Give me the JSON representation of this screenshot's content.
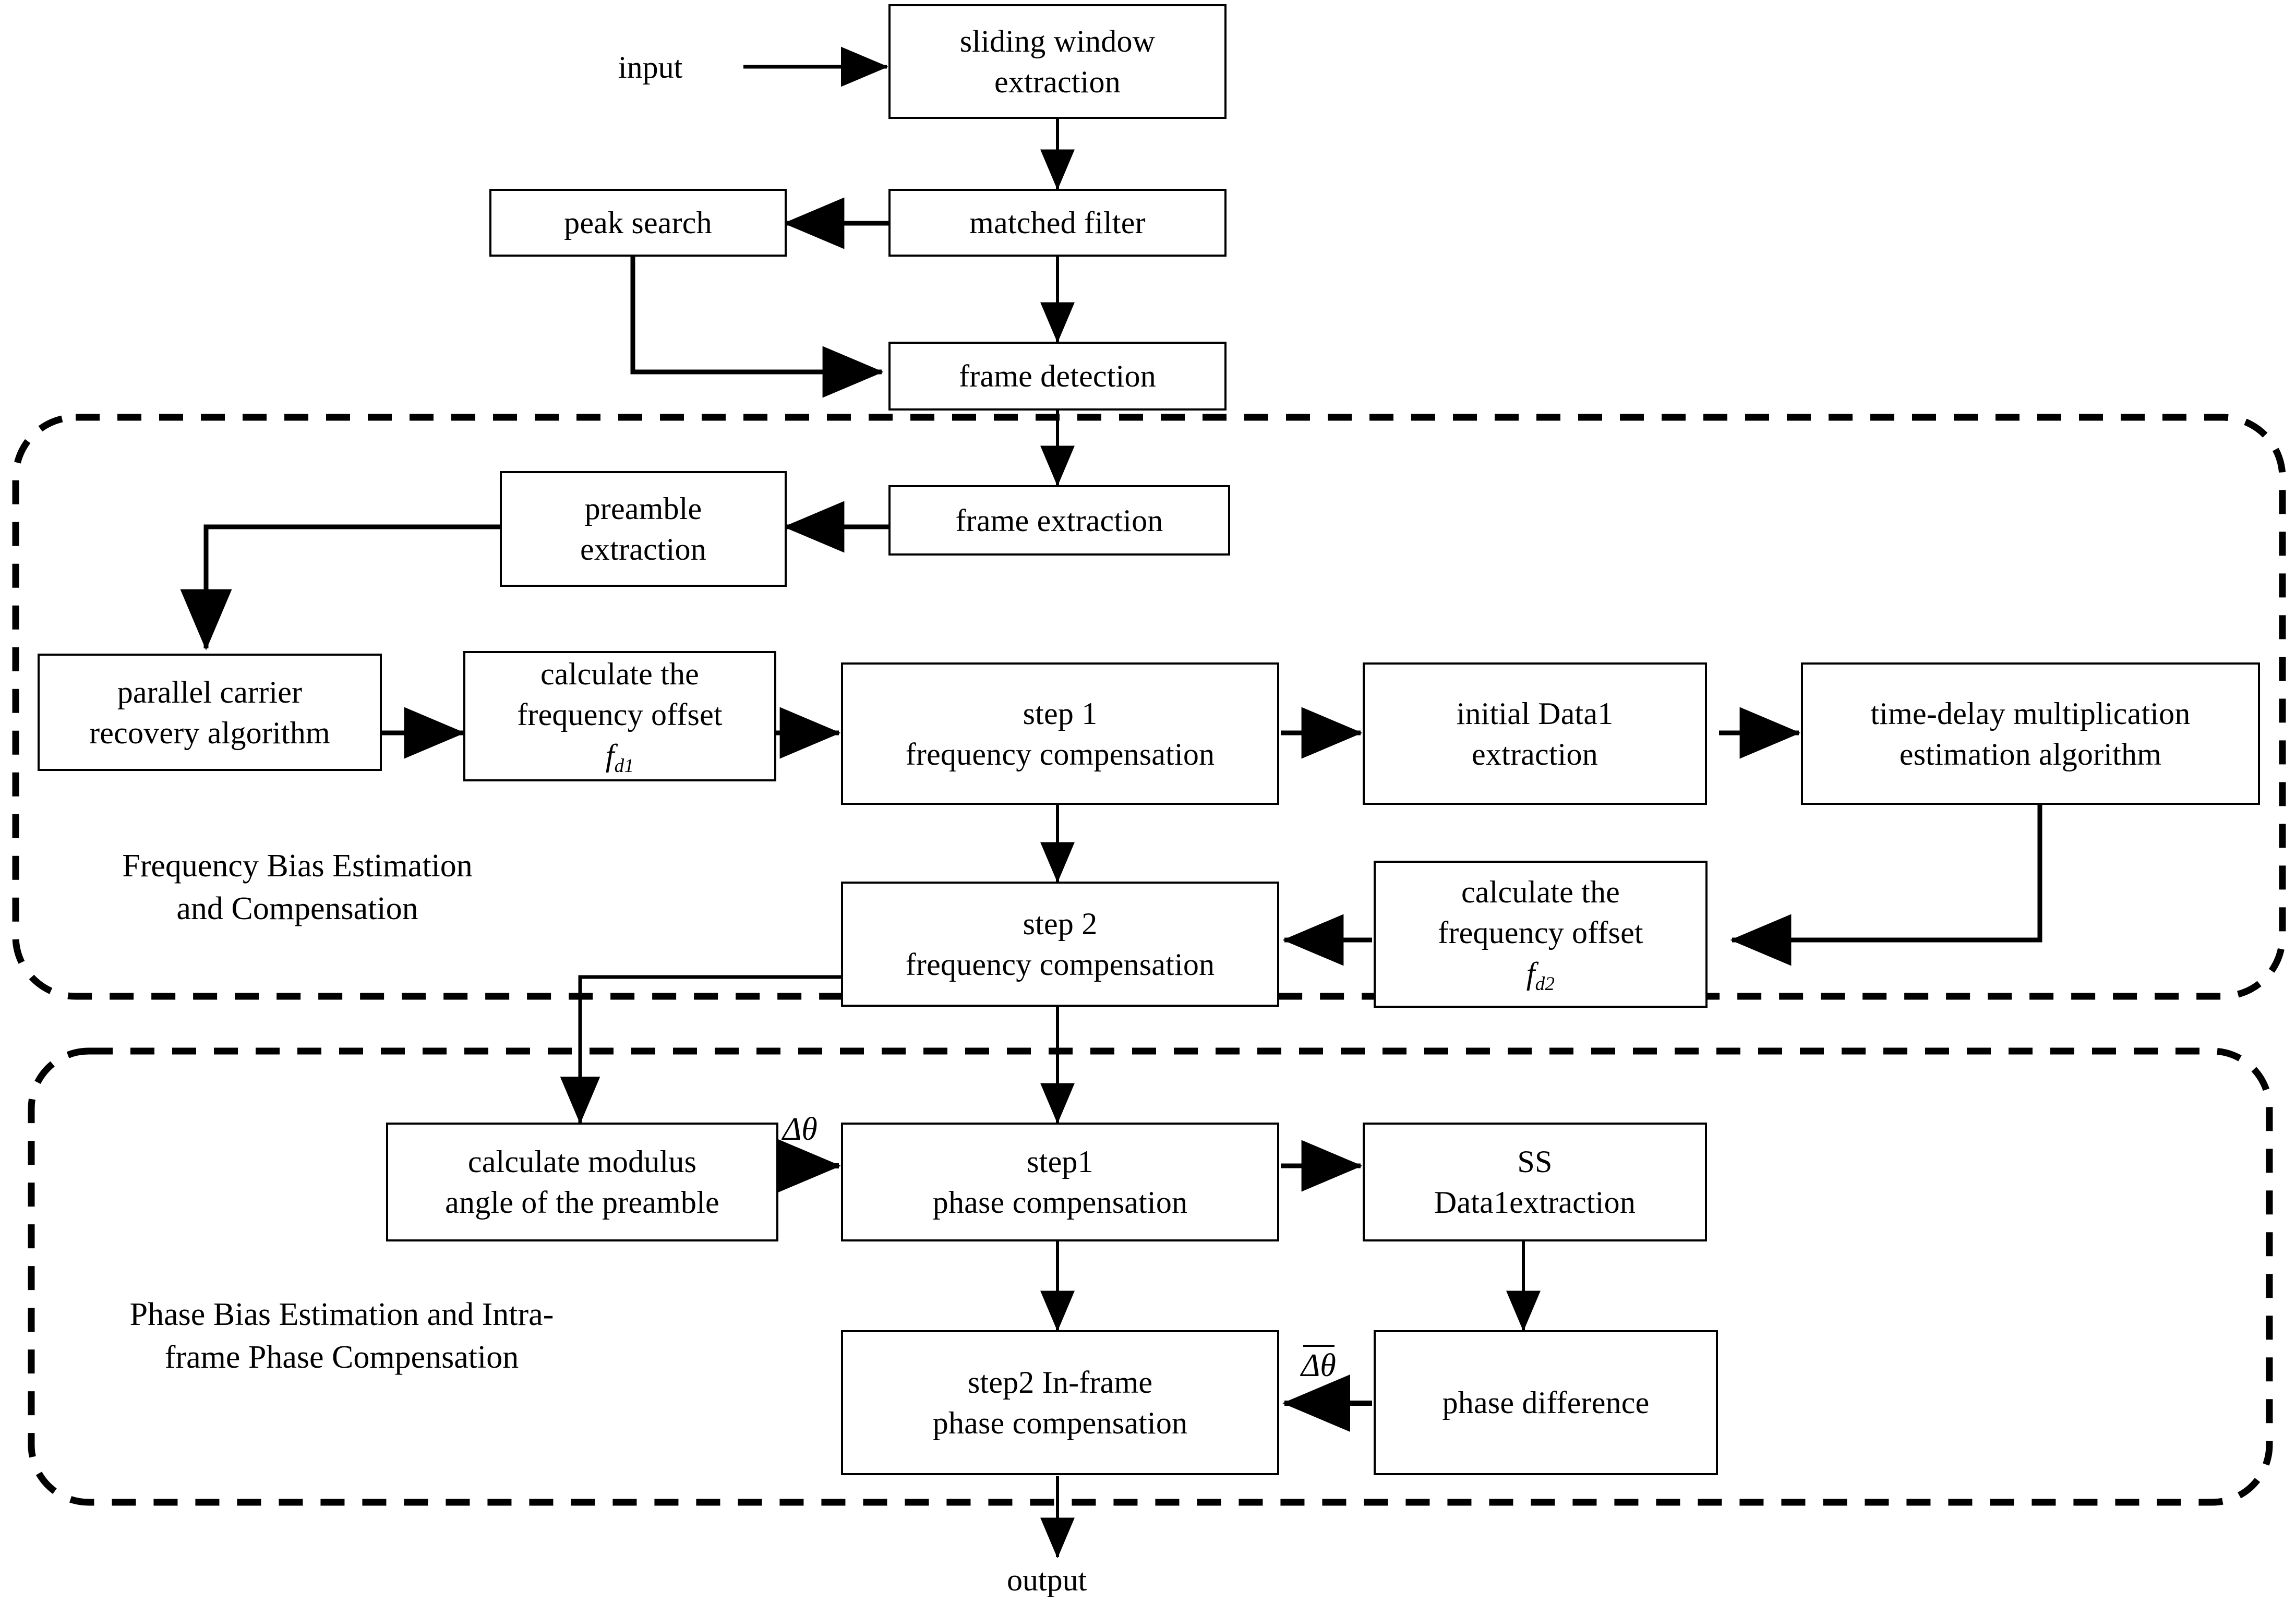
{
  "diagram": {
    "title_present": false,
    "io": {
      "input_label": "input",
      "output_label": "output"
    },
    "groups": [
      {
        "id": "frequency-group",
        "label_line1": "Frequency Bias Estimation",
        "label_line2": "and Compensation"
      },
      {
        "id": "phase-group",
        "label_line1": "Phase Bias Estimation and Intra-",
        "label_line2": "frame Phase Compensation"
      }
    ],
    "nodes": [
      {
        "id": "sliding-window-extraction",
        "line1": "sliding window",
        "line2": "extraction"
      },
      {
        "id": "matched-filter",
        "line1": "matched filter",
        "line2": ""
      },
      {
        "id": "peak-search",
        "line1": "peak search",
        "line2": ""
      },
      {
        "id": "frame-detection",
        "line1": "frame detection",
        "line2": ""
      },
      {
        "id": "frame-extraction",
        "line1": "frame extraction",
        "line2": ""
      },
      {
        "id": "preamble-extraction",
        "line1": "preamble",
        "line2": "extraction"
      },
      {
        "id": "parallel-carrier-recovery-algorithm",
        "line1": "parallel carrier",
        "line2": "recovery algorithm"
      },
      {
        "id": "calculate-frequency-offset-fd1",
        "line1": "calculate the",
        "line2": "frequency offset",
        "line3": "f d1"
      },
      {
        "id": "step1-frequency-compensation",
        "line1": "step 1",
        "line2": "frequency compensation"
      },
      {
        "id": "initial-data1-extraction",
        "line1": "initial Data1",
        "line2": "extraction"
      },
      {
        "id": "time-delay-multiplication-estimation-algorithm",
        "line1": "time-delay multiplication",
        "line2": "estimation algorithm"
      },
      {
        "id": "step2-frequency-compensation",
        "line1": "step 2",
        "line2": "frequency compensation"
      },
      {
        "id": "calculate-frequency-offset-fd2",
        "line1": "calculate the",
        "line2": "frequency offset",
        "line3": "f d2"
      },
      {
        "id": "calculate-modulus-angle-of-preamble",
        "line1": "calculate modulus",
        "line2": "angle of the preamble"
      },
      {
        "id": "step1-phase-compensation",
        "line1": "step1",
        "line2": "phase compensation"
      },
      {
        "id": "ss-data1-extraction",
        "line1": "SS",
        "line2": "Data1extraction"
      },
      {
        "id": "step2-inframe-phase-compensation",
        "line1": "step2 In-frame",
        "line2": "phase compensation"
      },
      {
        "id": "phase-difference",
        "line1": "phase difference",
        "line2": ""
      }
    ],
    "edge_labels": {
      "delta_theta": "Δθ",
      "delta_theta_bar": "Δθ"
    },
    "subscripts": {
      "fd1_symbol": "f",
      "fd1_sub": "d1",
      "fd2_symbol": "f",
      "fd2_sub": "d2"
    },
    "colors": {
      "stroke": "#000000",
      "background": "#ffffff"
    }
  }
}
